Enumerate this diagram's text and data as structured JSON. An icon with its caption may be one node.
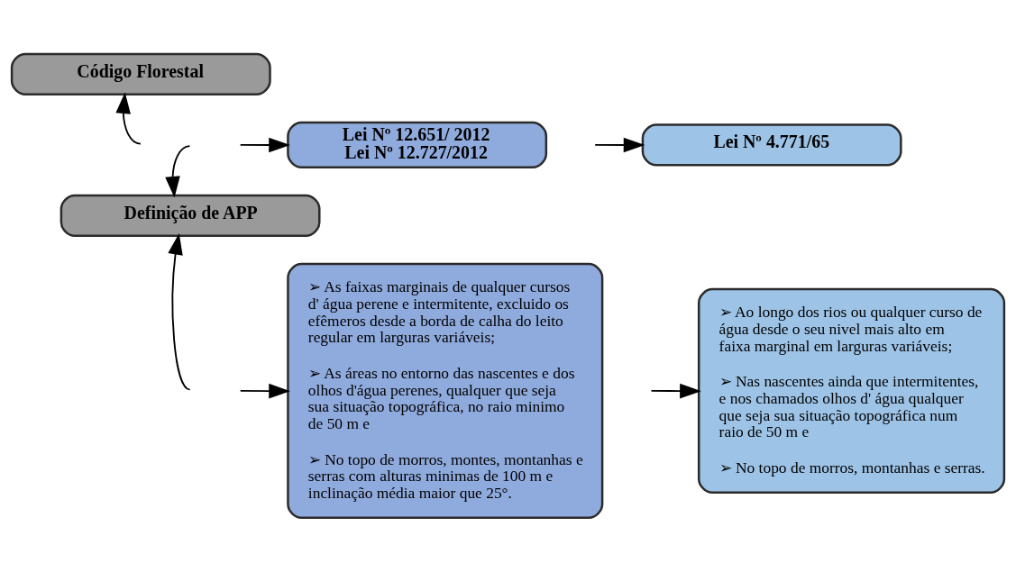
{
  "diagram": {
    "nodes": [
      {
        "text": [
          "Código Florestal"
        ]
      },
      {
        "text": [
          "Lei Nº 4.771/65"
        ]
      },
      {
        "text": [
          "Lei Nº 12.651/ 2012",
          "Lei Nº 12.727/2012"
        ]
      },
      {
        "text": [
          "Definição de APP"
        ]
      },
      {
        "text": [
          "➢ Ao longo dos rios ou qualquer curso de água desde o seu nivel mais alto em faixa marginal em larguras variáveis;",
          "➢ Nas nascentes ainda que intermitentes, e nos chamados olhos d' água qualquer que seja sua situação topográfica num raio de 50 m e",
          "➢ No topo de morros, montanhas e serras."
        ]
      },
      {
        "text": [
          "➢ As faixas marginais de qualquer cursos d' água perene e intermitente, excluido os efêmeros desde a borda de calha do leito regular em larguras variáveis;",
          "➢ As áreas no entorno das nascentes e dos olhos d'água perenes, qualquer que seja sua situação topográfica, no raio minimo de 50 m e",
          "➢ No topo de morros, montes, montanhas e serras com alturas minimas de 100 m e inclinação média maior que 25°."
        ]
      }
    ],
    "edges": [
      {
        "from": null,
        "to": 0,
        "arrow": "to"
      },
      {
        "from": null,
        "to": 1,
        "arrow": "to"
      },
      {
        "from": null,
        "to": 2,
        "arrow": "to"
      },
      {
        "from": null,
        "to": 3,
        "arrow": "to"
      },
      {
        "from": null,
        "to": 3,
        "arrow": "to"
      },
      {
        "from": null,
        "to": 4,
        "arrow": "to"
      },
      {
        "from": null,
        "to": 5,
        "arrow": "to"
      }
    ]
  }
}
